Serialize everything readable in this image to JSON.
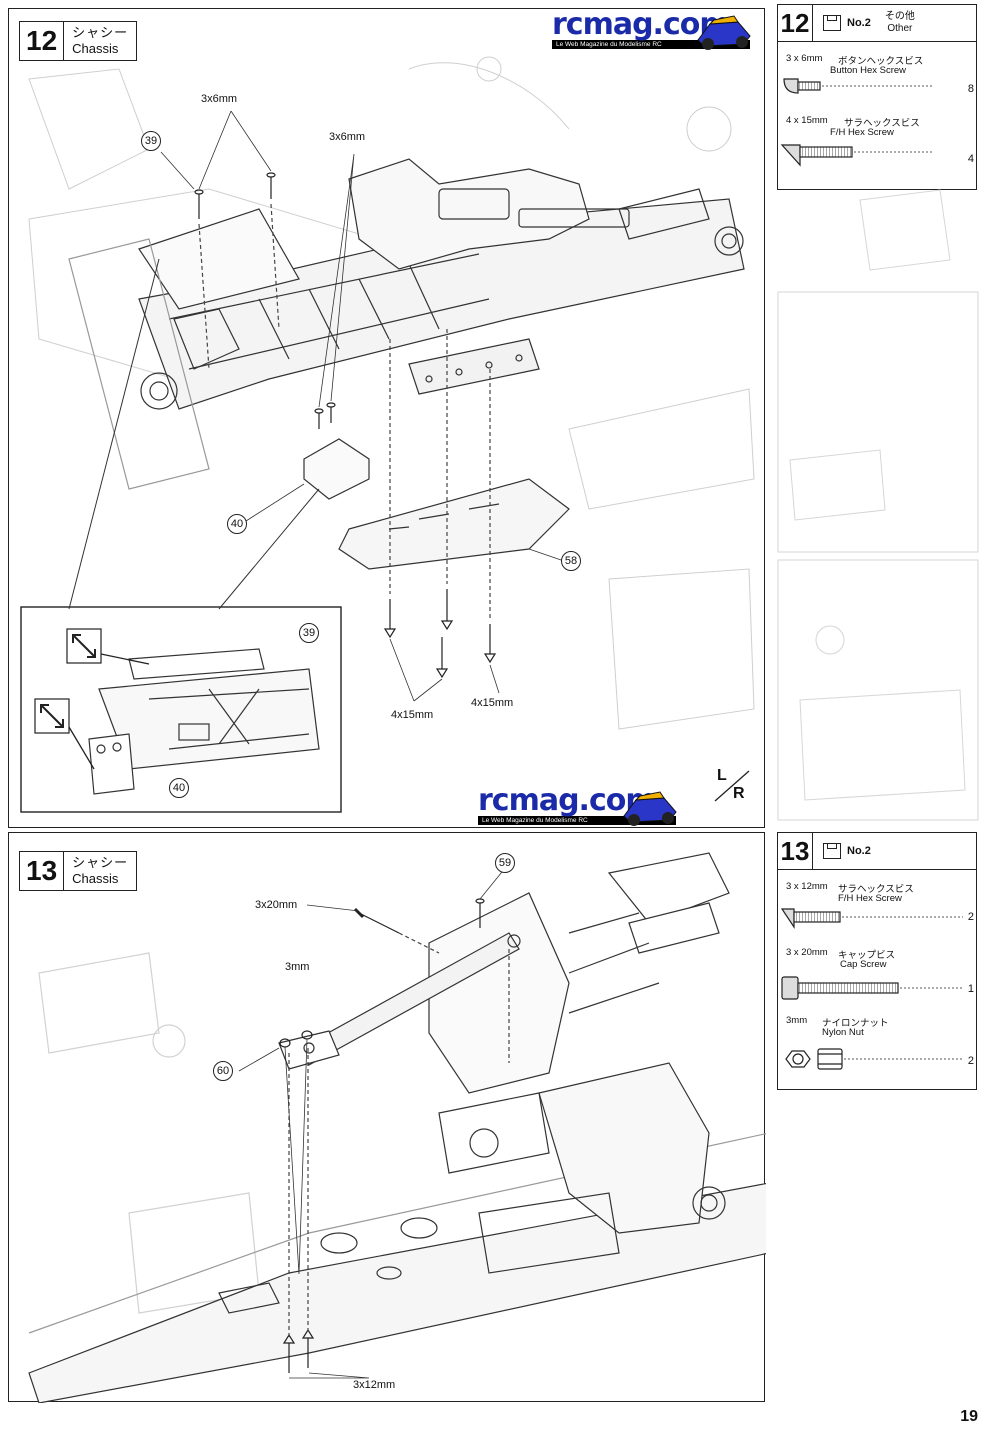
{
  "logo": {
    "text": "rcmag.com",
    "tagline": "Le Web Magazine du Modelisme RC"
  },
  "step12": {
    "number": "12",
    "title_jp": "シャシー",
    "title_en": "Chassis",
    "labels": {
      "screw_3x6_a": "3x6mm",
      "screw_3x6_b": "3x6mm",
      "screw_4x15_a": "4x15mm",
      "screw_4x15_b": "4x15mm"
    },
    "callouts": [
      "39",
      "40",
      "58",
      "39",
      "40"
    ],
    "lr_mark": [
      "L",
      "R"
    ]
  },
  "step13": {
    "number": "13",
    "title_jp": "シャシー",
    "title_en": "Chassis",
    "labels": {
      "screw_3x20": "3x20mm",
      "nut_3": "3mm",
      "screw_3x12": "3x12mm"
    },
    "callouts": [
      "59",
      "60"
    ]
  },
  "parts12": {
    "number": "12",
    "bag": "No.2",
    "extra_jp": "その他",
    "extra_en": "Other",
    "items": [
      {
        "size": "3 x 6mm",
        "jp": "ボタンヘックスビス",
        "en": "Button Hex Screw",
        "qty": "8"
      },
      {
        "size": "4 x 15mm",
        "jp": "サラヘックスビス",
        "en": "F/H Hex Screw",
        "qty": "4"
      }
    ]
  },
  "parts13": {
    "number": "13",
    "bag": "No.2",
    "items": [
      {
        "size": "3 x 12mm",
        "jp": "サラヘックスビス",
        "en": "F/H Hex Screw",
        "qty": "2"
      },
      {
        "size": "3 x 20mm",
        "jp": "キャップビス",
        "en": "Cap Screw",
        "qty": "1"
      },
      {
        "size": "3mm",
        "jp": "ナイロンナット",
        "en": "Nylon Nut",
        "qty": "2"
      }
    ]
  },
  "page_number": "19"
}
